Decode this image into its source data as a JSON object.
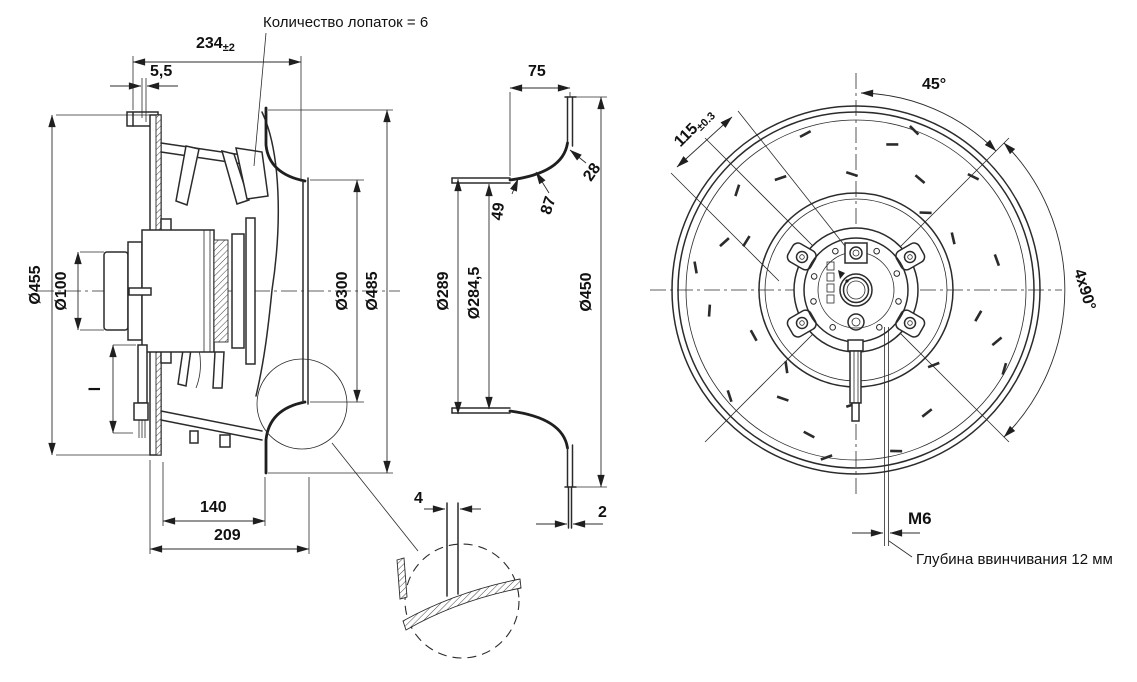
{
  "left": {
    "blade_count_note": "Количество лопаток = 6",
    "width_234": "234",
    "width_234_tol": "±2",
    "gap_5_5": "5,5",
    "dia_455": "Ø455",
    "dia_100": "Ø100",
    "cable_length": "l",
    "dia_300": "Ø300",
    "dia_485": "Ø485",
    "depth_140": "140",
    "depth_209": "209"
  },
  "section": {
    "width_75": "75",
    "dim_49": "49",
    "dim_87": "87",
    "dim_28": "28",
    "dia_289": "Ø289",
    "dia_284_5": "Ø284,5",
    "dia_450": "Ø450",
    "blade_thk_4": "4",
    "wall_thk_2": "2"
  },
  "front": {
    "angle_45": "45°",
    "dist_115": "115",
    "dist_115_tol": "±0.3",
    "pattern_4x90": "4x90°",
    "thread_m6": "M6",
    "screw_depth_note": "Глубина ввинчивания 12 мм"
  }
}
